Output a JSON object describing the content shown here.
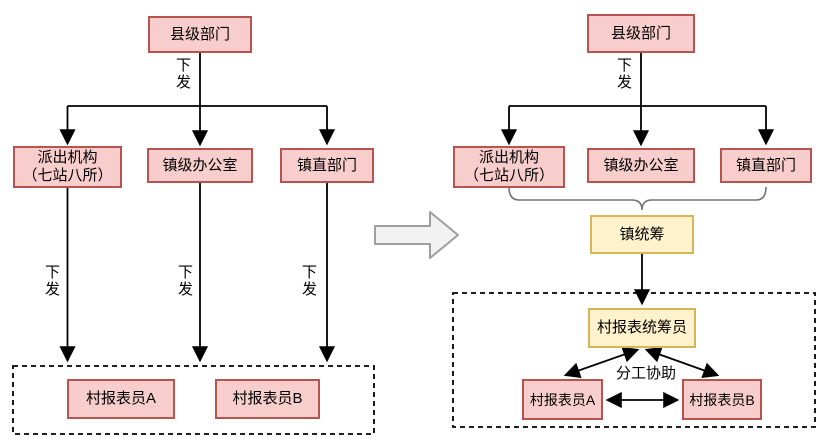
{
  "colors": {
    "pink_fill": "#f8cecc",
    "pink_border": "#b85450",
    "yellow_fill": "#fff2cc",
    "yellow_border": "#d6b656",
    "line_color": "#000000",
    "brace_color": "#737373",
    "big_arrow_fill": "#f2f2f2",
    "big_arrow_border": "#9e9e9e"
  },
  "before": {
    "county": "县级部门",
    "issue_top": "下发",
    "agency_line1": "派出机构",
    "agency_line2": "（七站八所）",
    "town_office": "镇级办公室",
    "town_dept": "镇直部门",
    "issue_1": "下发",
    "issue_2": "下发",
    "issue_3": "下发",
    "reporter_a": "村报表员A",
    "reporter_b": "村报表员B"
  },
  "after": {
    "county": "县级部门",
    "issue_top": "下发",
    "agency_line1": "派出机构",
    "agency_line2": "（七站八所）",
    "town_office": "镇级办公室",
    "town_dept": "镇直部门",
    "town_coordinator": "镇统筹",
    "village_coordinator": "村报表统筹员",
    "assist": "分工协助",
    "reporter_a": "村报表员A",
    "reporter_b": "村报表员B"
  }
}
